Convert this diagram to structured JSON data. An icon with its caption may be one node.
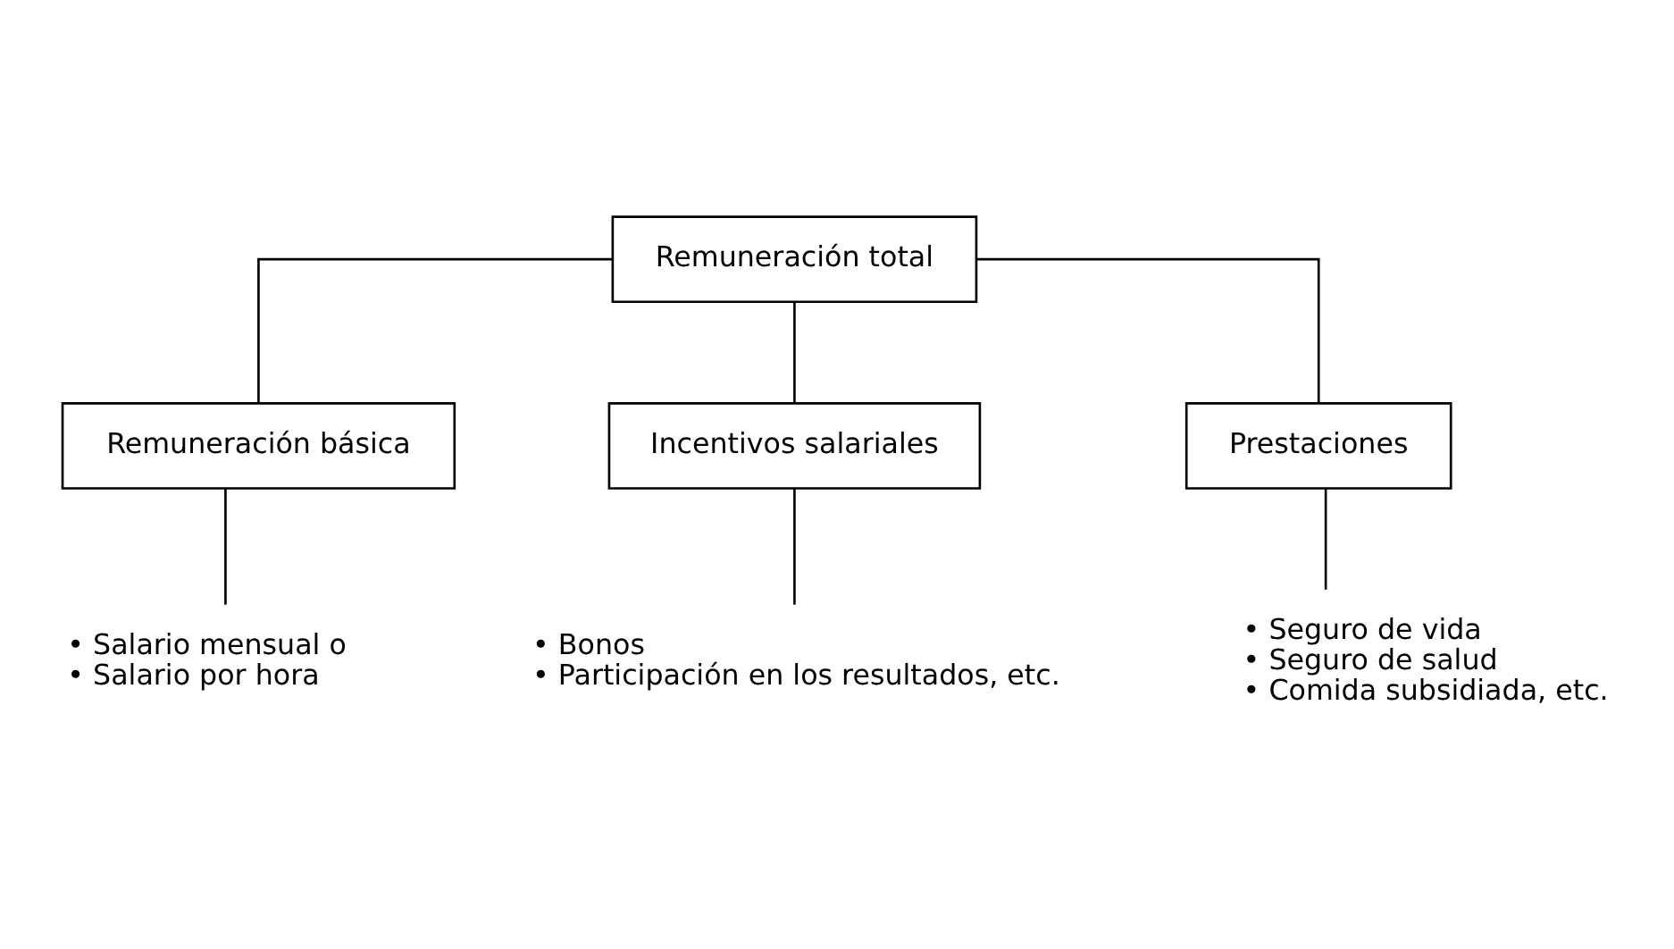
{
  "diagram": {
    "nodes": [
      {
        "text": [
          "Remuneración total"
        ]
      },
      {
        "text": [
          "Remuneración básica"
        ]
      },
      {
        "text": [
          "Incentivos salariales"
        ]
      },
      {
        "text": [
          "Prestaciones"
        ]
      },
      {
        "text": [
          "• Salario mensual o",
          "• Salario por hora"
        ]
      },
      {
        "text": [
          "• Bonos",
          "• Participación en los resultados, etc."
        ]
      },
      {
        "text": [
          "• Seguro de vida",
          "• Seguro de salud",
          "• Comida subsidiada, etc."
        ]
      }
    ],
    "edges": [
      {
        "from": 0,
        "to": 1,
        "arrow": "none"
      },
      {
        "from": 0,
        "to": 2,
        "arrow": "none"
      },
      {
        "from": 0,
        "to": 3,
        "arrow": "none"
      },
      {
        "from": 1,
        "to": 4,
        "arrow": "none"
      },
      {
        "from": 2,
        "to": 5,
        "arrow": "none"
      },
      {
        "from": 3,
        "to": 6,
        "arrow": "none"
      }
    ]
  }
}
